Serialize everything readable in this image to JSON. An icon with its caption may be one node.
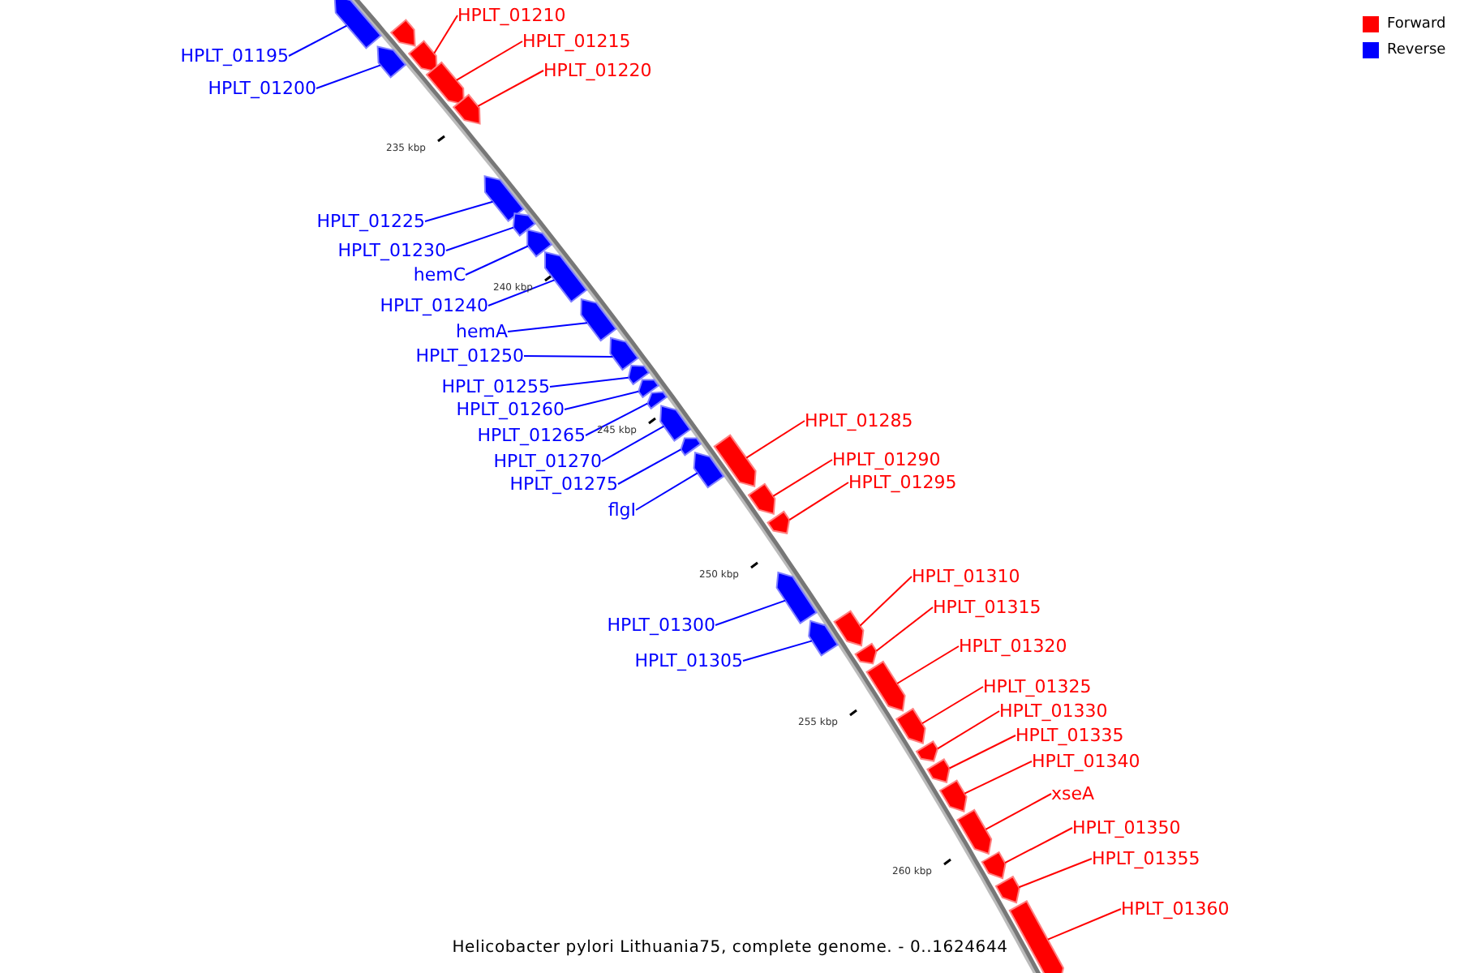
{
  "diagram": {
    "caption": "Helicobacter pylori Lithuania75, complete genome. - 0..1624644",
    "nodes": [
      {
        "text": [
          "HPLT_01195"
        ]
      },
      {
        "text": [
          "HPLT_01200"
        ]
      },
      {
        "text": [
          "HPLT_01210"
        ]
      },
      {
        "text": [
          "HPLT_01215"
        ]
      },
      {
        "text": [
          "HPLT_01220"
        ]
      },
      {
        "text": [
          "HPLT_01225"
        ]
      },
      {
        "text": [
          "HPLT_01230"
        ]
      },
      {
        "text": [
          "hemC"
        ]
      },
      {
        "text": [
          "HPLT_01240"
        ]
      },
      {
        "text": [
          "hemA"
        ]
      },
      {
        "text": [
          "HPLT_01250"
        ]
      },
      {
        "text": [
          "HPLT_01255"
        ]
      },
      {
        "text": [
          "HPLT_01260"
        ]
      },
      {
        "text": [
          "HPLT_01265"
        ]
      },
      {
        "text": [
          "HPLT_01270"
        ]
      },
      {
        "text": [
          "HPLT_01275"
        ]
      },
      {
        "text": [
          "flgI"
        ]
      },
      {
        "text": [
          "HPLT_01285"
        ]
      },
      {
        "text": [
          "HPLT_01290"
        ]
      },
      {
        "text": [
          "HPLT_01295"
        ]
      },
      {
        "text": [
          "HPLT_01300"
        ]
      },
      {
        "text": [
          "HPLT_01305"
        ]
      },
      {
        "text": [
          "HPLT_01310"
        ]
      },
      {
        "text": [
          "HPLT_01315"
        ]
      },
      {
        "text": [
          "HPLT_01320"
        ]
      },
      {
        "text": [
          "HPLT_01325"
        ]
      },
      {
        "text": [
          "HPLT_01330"
        ]
      },
      {
        "text": [
          "HPLT_01335"
        ]
      },
      {
        "text": [
          "HPLT_01340"
        ]
      },
      {
        "text": [
          "xseA"
        ]
      },
      {
        "text": [
          "HPLT_01350"
        ]
      },
      {
        "text": [
          "HPLT_01355"
        ]
      },
      {
        "text": [
          "HPLT_01360"
        ]
      },
      {
        "text": [],
        "shape": "bar"
      },
      {
        "text": [],
        "shape": "bar"
      },
      {
        "text": [],
        "shape": "bar"
      },
      {
        "text": [],
        "shape": "bar"
      },
      {
        "text": [],
        "shape": "bar"
      },
      {
        "text": [],
        "shape": "bar"
      },
      {
        "text": [],
        "shape": "bar"
      },
      {
        "text": [],
        "shape": "bar"
      },
      {
        "text": [],
        "shape": "bar"
      },
      {
        "text": [],
        "shape": "bar"
      },
      {
        "text": [],
        "shape": "bar"
      },
      {
        "text": [],
        "shape": "bar"
      },
      {
        "text": [],
        "shape": "bar"
      },
      {
        "text": [],
        "shape": "bar"
      },
      {
        "text": [],
        "shape": "bar"
      },
      {
        "text": [],
        "shape": "bar"
      },
      {
        "text": [],
        "shape": "bar"
      },
      {
        "text": [],
        "shape": "bar"
      },
      {
        "text": [],
        "shape": "bar"
      },
      {
        "text": [],
        "shape": "bar"
      },
      {
        "text": [],
        "shape": "bar"
      },
      {
        "text": [],
        "shape": "bar"
      },
      {
        "text": [],
        "shape": "bar"
      },
      {
        "text": [],
        "shape": "bar"
      },
      {
        "text": [],
        "shape": "bar"
      },
      {
        "text": [],
        "shape": "bar"
      },
      {
        "text": [],
        "shape": "bar"
      },
      {
        "text": [],
        "shape": "bar"
      },
      {
        "text": [],
        "shape": "bar"
      },
      {
        "text": [],
        "shape": "bar"
      },
      {
        "text": [],
        "shape": "bar"
      },
      {
        "text": [],
        "shape": "bar"
      },
      {
        "text": [],
        "shape": "bar"
      },
      {
        "text": [],
        "shape": "bar"
      }
    ],
    "edges": [
      {
        "from": 0,
        "to": 33,
        "arrow": "none",
        "color": "#0000ff"
      },
      {
        "from": 1,
        "to": 34,
        "arrow": "none",
        "color": "#0000ff"
      },
      {
        "from": 2,
        "to": 35,
        "arrow": "none"
      },
      {
        "from": 3,
        "to": 36,
        "arrow": "none"
      },
      {
        "from": 4,
        "to": 37,
        "arrow": "none"
      },
      {
        "from": 5,
        "to": 38,
        "arrow": "none",
        "color": "#0000ff"
      },
      {
        "from": 6,
        "to": 39,
        "arrow": "none",
        "color": "#0000ff"
      },
      {
        "from": 7,
        "to": 40,
        "arrow": "none",
        "color": "#0000ff"
      },
      {
        "from": 8,
        "to": 41,
        "arrow": "none",
        "color": "#0000ff"
      },
      {
        "from": 9,
        "to": 42,
        "arrow": "none",
        "color": "#0000ff"
      },
      {
        "from": 10,
        "to": 43,
        "arrow": "none",
        "color": "#0000ff"
      },
      {
        "from": 11,
        "to": 44,
        "arrow": "none",
        "color": "#0000ff"
      },
      {
        "from": 12,
        "to": 45,
        "arrow": "none",
        "color": "#0000ff"
      },
      {
        "from": 13,
        "to": 46,
        "arrow": "none",
        "color": "#0000ff"
      },
      {
        "from": 14,
        "to": 47,
        "arrow": "none",
        "color": "#0000ff"
      },
      {
        "from": 15,
        "to": 48,
        "arrow": "none",
        "color": "#0000ff"
      },
      {
        "from": 16,
        "to": 49,
        "arrow": "none",
        "color": "#0000ff"
      },
      {
        "from": 17,
        "to": 50,
        "arrow": "none"
      },
      {
        "from": 18,
        "to": 51,
        "arrow": "none"
      },
      {
        "from": 19,
        "to": 52,
        "arrow": "none"
      },
      {
        "from": 20,
        "to": 53,
        "arrow": "none",
        "color": "#0000ff"
      },
      {
        "from": 21,
        "to": 54,
        "arrow": "none",
        "color": "#0000ff"
      },
      {
        "from": 22,
        "to": 55,
        "arrow": "none"
      },
      {
        "from": 23,
        "to": 56,
        "arrow": "none"
      },
      {
        "from": 24,
        "to": 57,
        "arrow": "none"
      },
      {
        "from": 25,
        "to": 58,
        "arrow": "none"
      },
      {
        "from": 26,
        "to": 59,
        "arrow": "none"
      },
      {
        "from": 27,
        "to": 60,
        "arrow": "none"
      },
      {
        "from": 28,
        "to": 61,
        "arrow": "none"
      },
      {
        "from": 29,
        "to": 62,
        "arrow": "none"
      },
      {
        "from": 30,
        "to": 63,
        "arrow": "none"
      },
      {
        "from": 31,
        "to": 64,
        "arrow": "none"
      },
      {
        "from": 32,
        "to": 65,
        "arrow": "none"
      }
    ],
    "labels": [
      "235 kbp",
      "240 kbp",
      "245 kbp",
      "250 kbp",
      "255 kbp",
      "260 kbp"
    ],
    "legend": [
      {
        "text": "Forward",
        "color": "#ff0000"
      },
      {
        "text": "Reverse",
        "color": "#0000ff"
      }
    ]
  }
}
